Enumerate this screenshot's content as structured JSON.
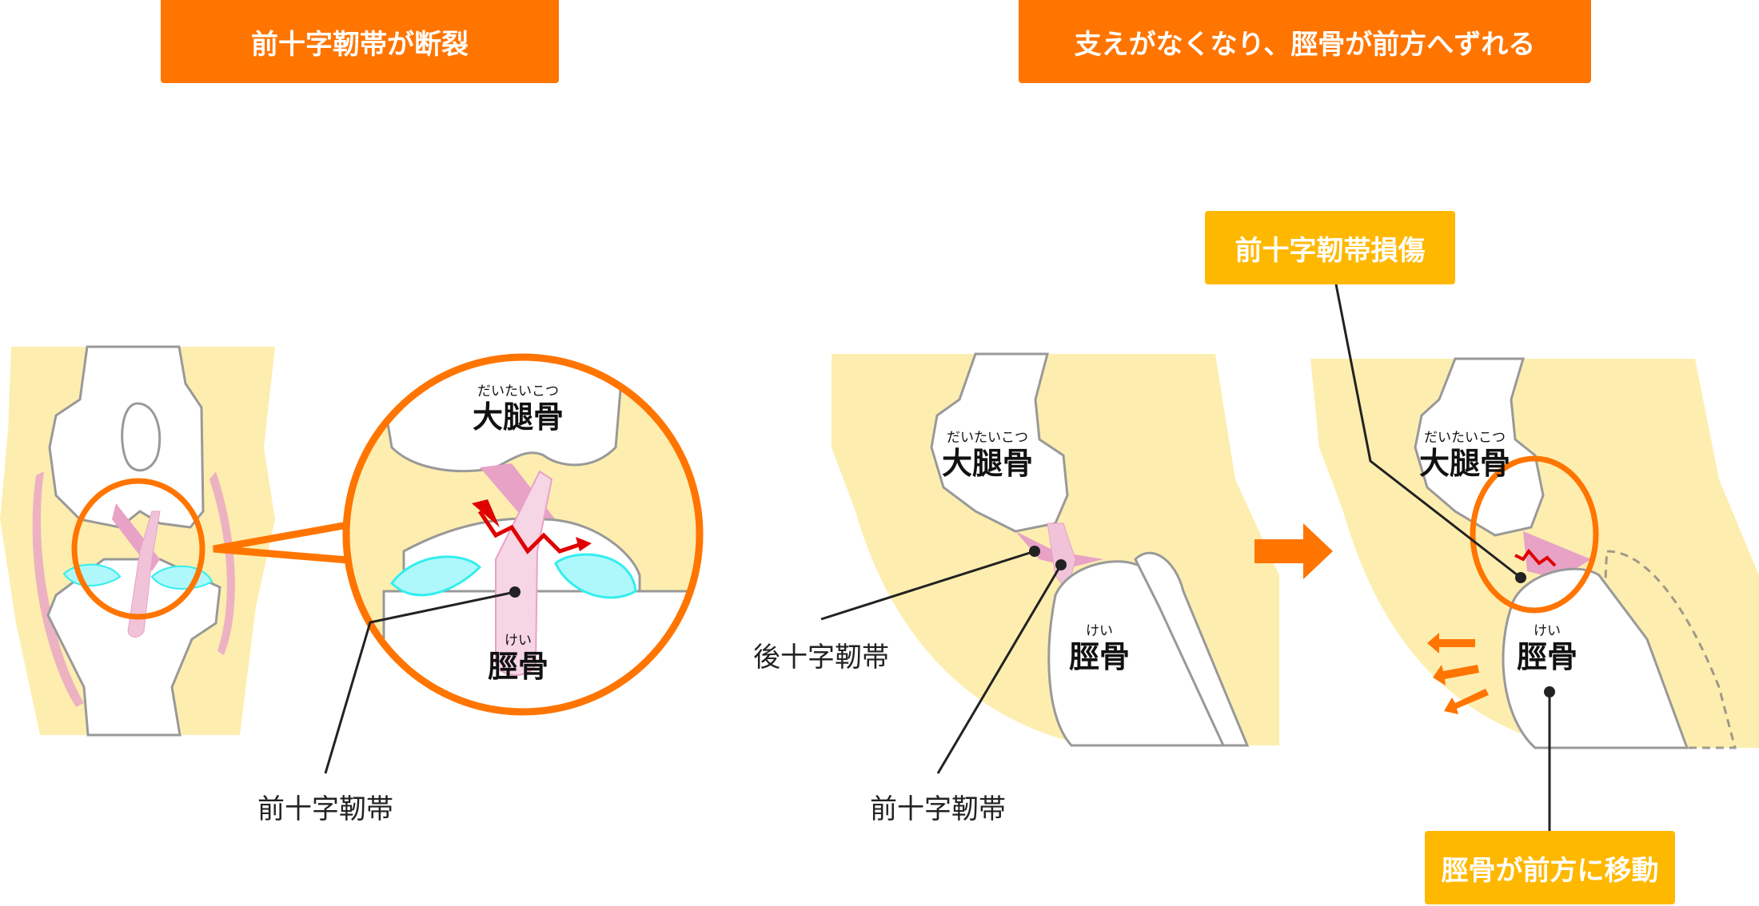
{
  "header": {
    "left_title": "前十字靭帯が断裂",
    "right_title": "支えがなくなり、脛骨が前方へずれる"
  },
  "labels": {
    "femur_reading": "だいたいこつ",
    "femur": "大腿骨",
    "tibia_reading": "けい",
    "tibia": "脛骨",
    "acl": "前十字靭帯",
    "pcl": "後十字靭帯",
    "acl_injury": "前十字靭帯損傷",
    "tibia_shift": "脛骨が前方に移動"
  },
  "colors": {
    "banner": "#ff7500",
    "tag": "#ffb800",
    "skin": "#fdeeb0",
    "ligament": "#e8a2c6",
    "meniscus": "#aef8fb",
    "tear": "#e00000"
  }
}
